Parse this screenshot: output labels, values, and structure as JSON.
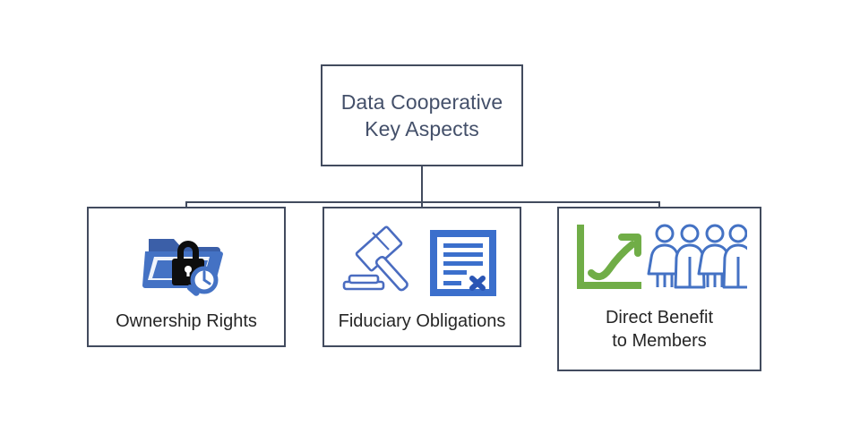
{
  "diagram": {
    "type": "hierarchy-org-chart",
    "background_color": "#ffffff",
    "connector_color": "#424b5e",
    "root": {
      "title_line_1": "Data Cooperative",
      "title_line_2": "Key Aspects",
      "text_color": "#44506a",
      "border_color": "#424b5e"
    },
    "nodes": [
      {
        "label_line_1": "Ownership Rights",
        "label_line_2": "",
        "icon": "folder-lock-magnifier-icon",
        "icon_colors": {
          "folder": "#4472C4",
          "folder_dark": "#3B5FA8",
          "lock": "#0d0d0d",
          "magnifier": "#4472C4"
        }
      },
      {
        "label_line_1": "Fiduciary Obligations",
        "label_line_2": "",
        "icon": "gavel-document-icon",
        "icon_colors": {
          "gavel": "#4a6cc0",
          "document": "#3B6FCC"
        }
      },
      {
        "label_line_1": "Direct Benefit",
        "label_line_2": "to Members",
        "icon": "growth-chart-people-icon",
        "icon_colors": {
          "chart": "#70AD47",
          "people": "#4472C4"
        }
      }
    ]
  }
}
